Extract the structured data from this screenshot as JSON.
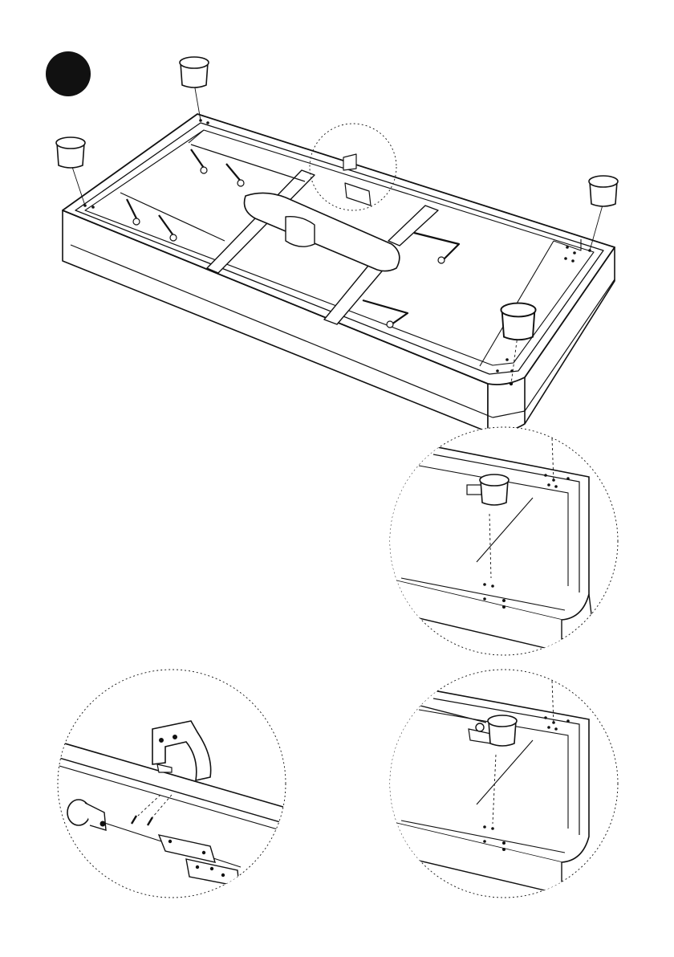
{
  "step_marker": {
    "label": ""
  },
  "colors": {
    "ink": "#111111",
    "paper": "#ffffff",
    "shade": "#eeeeee",
    "detail": "#888888"
  },
  "icons": {
    "cap": "rubber-foot-cap",
    "bracket": "mounting-bracket",
    "screw": "screw"
  }
}
